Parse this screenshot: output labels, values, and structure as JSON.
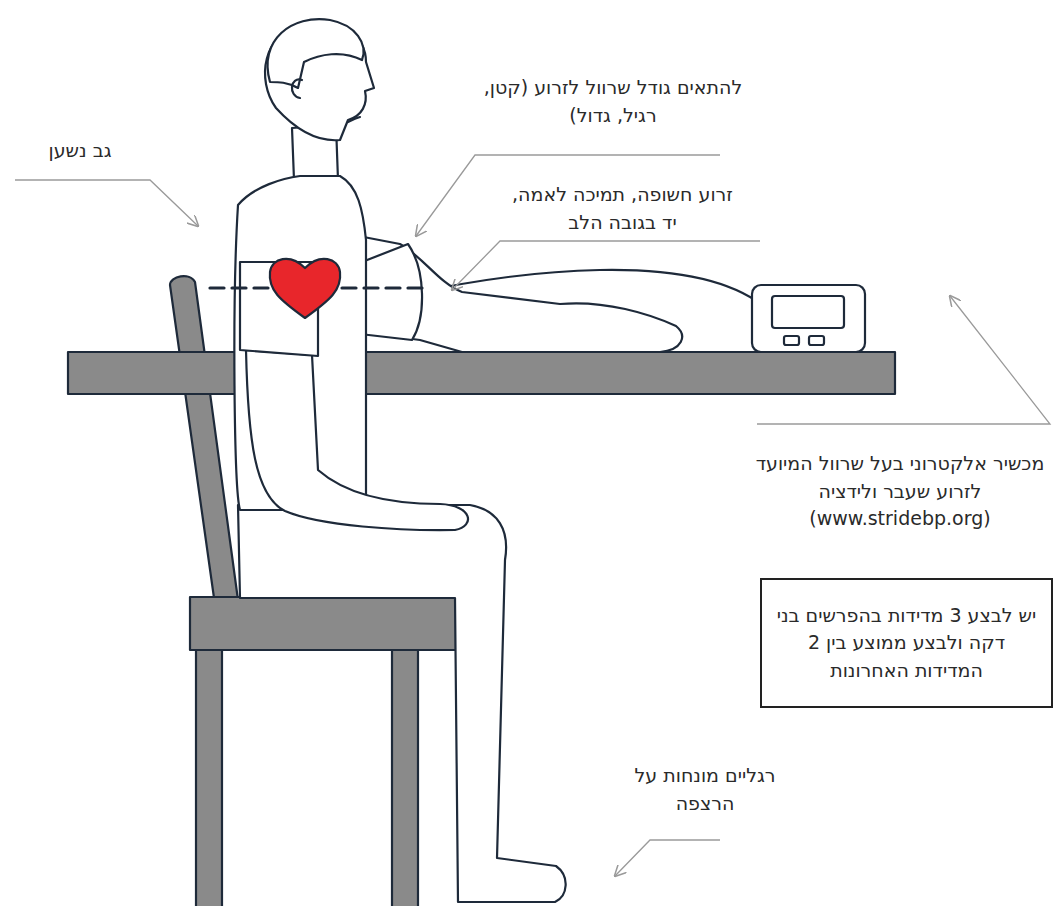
{
  "diagram": {
    "nodes": [
      {
        "text": [
          "יש לבצע 3 מדידות בהפרשים בני דקה ולבצע ממוצע בין 2 המדידות האחרונות"
        ]
      }
    ],
    "labels": [
      "להתאים גודל שרוול לזרוע (קטן, רגיל, גדול)",
      "גב נשען",
      "זרוע חשופה, תמיכה לאמה, יד בגובה הלב",
      "מכשיר אלקטרוני בעל שרוול המיועד לזרוע שעבר ולידציה (www.stridebp.org)",
      "רגליים מונחות על הרצפה"
    ]
  }
}
